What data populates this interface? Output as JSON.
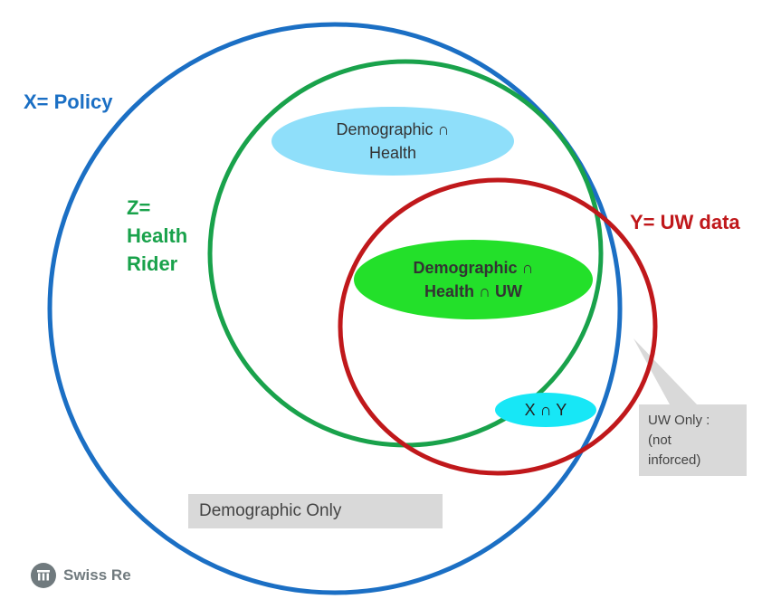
{
  "sets": {
    "x_label": "X= Policy",
    "z_label_lines": [
      "Z=",
      "Health",
      "Rider"
    ],
    "y_label": "Y= UW data"
  },
  "regions": {
    "demographic_health": [
      "Demographic ∩",
      "Health"
    ],
    "demographic_health_uw": [
      "Demographic ∩",
      "Health ∩ UW"
    ],
    "x_cap_y": "X ∩ Y",
    "demographic_only": "Demographic Only",
    "uw_only": [
      "UW Only :",
      "(not",
      "inforced)"
    ]
  },
  "logo": {
    "text": "Swiss Re"
  },
  "colors": {
    "policy": "#1b6fc4",
    "health_rider": "#19a24b",
    "uw_data": "#c0181b",
    "light_blue": "#8fdffa",
    "bright_green": "#23e02a",
    "cyan": "#17e7f6",
    "callout_gray": "#d9d9d9"
  }
}
